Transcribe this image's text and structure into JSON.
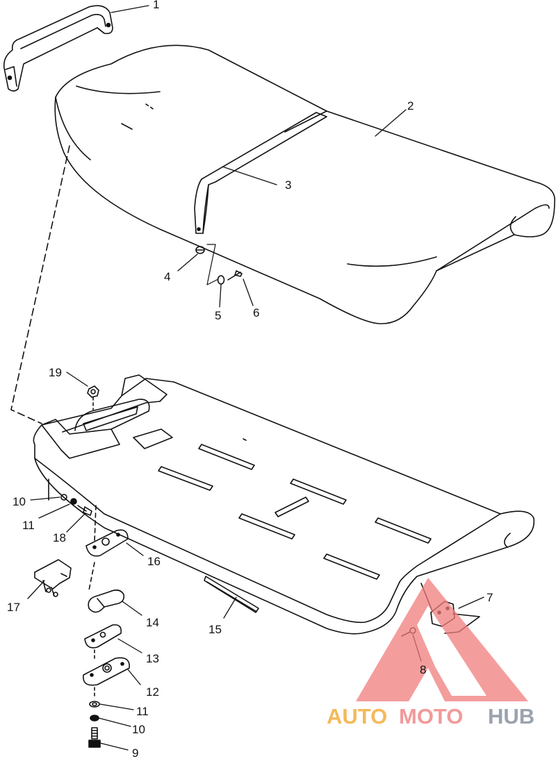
{
  "diagram": {
    "type": "exploded-parts-diagram",
    "callouts": [
      {
        "id": "c1",
        "label": "1"
      },
      {
        "id": "c2",
        "label": "2"
      },
      {
        "id": "c3",
        "label": "3"
      },
      {
        "id": "c4",
        "label": "4"
      },
      {
        "id": "c5",
        "label": "5"
      },
      {
        "id": "c6",
        "label": "6"
      },
      {
        "id": "c19",
        "label": "19"
      },
      {
        "id": "c10a",
        "label": "10"
      },
      {
        "id": "c11a",
        "label": "11"
      },
      {
        "id": "c18",
        "label": "18"
      },
      {
        "id": "c16",
        "label": "16"
      },
      {
        "id": "c17",
        "label": "17"
      },
      {
        "id": "c14",
        "label": "14"
      },
      {
        "id": "c15",
        "label": "15"
      },
      {
        "id": "c13",
        "label": "13"
      },
      {
        "id": "c12",
        "label": "12"
      },
      {
        "id": "c11b",
        "label": "11"
      },
      {
        "id": "c10b",
        "label": "10"
      },
      {
        "id": "c9",
        "label": "9"
      },
      {
        "id": "c7",
        "label": "7"
      },
      {
        "id": "c8",
        "label": "8"
      }
    ]
  },
  "watermark": {
    "part1": "AUTO",
    "part2": "MOTO",
    "part3": "HUB",
    "colors": {
      "auto": "#f5b95a",
      "moto": "#f29a9a",
      "hub": "#9aa3ad",
      "triangle": "#f07c7c"
    }
  }
}
